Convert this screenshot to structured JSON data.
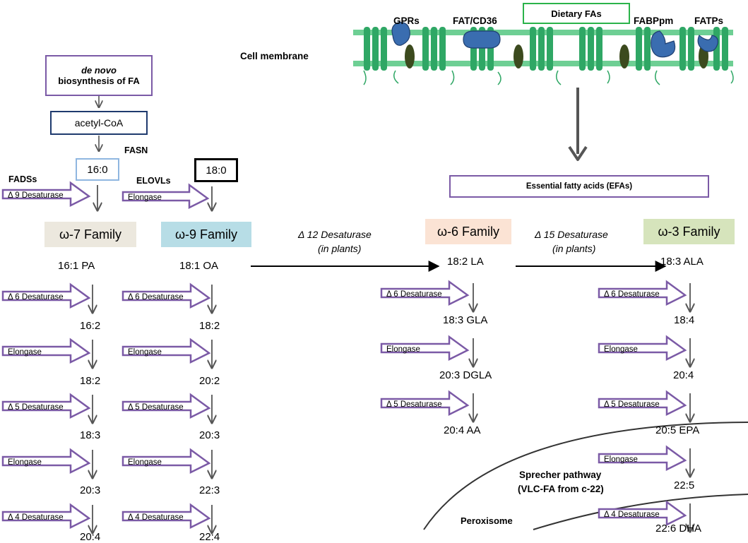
{
  "membrane": {
    "label": "Cell membrane",
    "dietary": "Dietary FAs",
    "proteins": [
      "GPRs",
      "FAT/CD36",
      "FABPpm",
      "FATPs"
    ]
  },
  "de_novo": {
    "line1": "de novo",
    "line2": "biosynthesis of FA"
  },
  "acetyl": "acetyl-CoA",
  "enzymes": {
    "fasn": "FASN",
    "fadss": "FADSs",
    "elovls": "ELOVLs"
  },
  "start": {
    "c16": "16:0",
    "c18": "18:0"
  },
  "efa": "Essential fatty acids (EFAs)",
  "families": {
    "w7": "ω-7 Family",
    "w9": "ω-9 Family",
    "w6": "ω-6 Family",
    "w3": "ω-3 Family"
  },
  "colors": {
    "w7": "#ece8de",
    "w9": "#b7dde6",
    "w6": "#fbe3d4",
    "w3": "#d6e4bc",
    "enzyme_arrow": "#7b5aa6",
    "membrane": "#3bb371",
    "protein": "#3a6db0"
  },
  "cross": {
    "d12_line1": "Δ 12 Desaturase",
    "d12_line2": "(in plants)",
    "d15_line1": "Δ 15 Desaturase",
    "d15_line2": "(in plants)"
  },
  "enzyme_labels": {
    "d9": "Δ 9 Desaturase",
    "elong": "Elongase",
    "d6": "Δ 6 Desaturase",
    "d5": "Δ 5 Desaturase",
    "d4": "Δ 4 Desaturase"
  },
  "w7_nodes": [
    "16:1 PA",
    "16:2",
    "18:2",
    "18:3",
    "20:3",
    "20:4"
  ],
  "w9_nodes": [
    "18:1 OA",
    "18:2",
    "20:2",
    "20:3",
    "22:3",
    "22:4"
  ],
  "w6_nodes": [
    "18:2 LA",
    "18:3 GLA",
    "20:3 DGLA",
    "20:4 AA"
  ],
  "w3_nodes": [
    "18:3 ALA",
    "18:4",
    "20:4",
    "20:5 EPA",
    "22:5",
    "22:6 DHA"
  ],
  "sprecher": {
    "line1": "Sprecher pathway",
    "line2": "(VLC-FA from c-22)"
  },
  "peroxisome": "Peroxisome"
}
